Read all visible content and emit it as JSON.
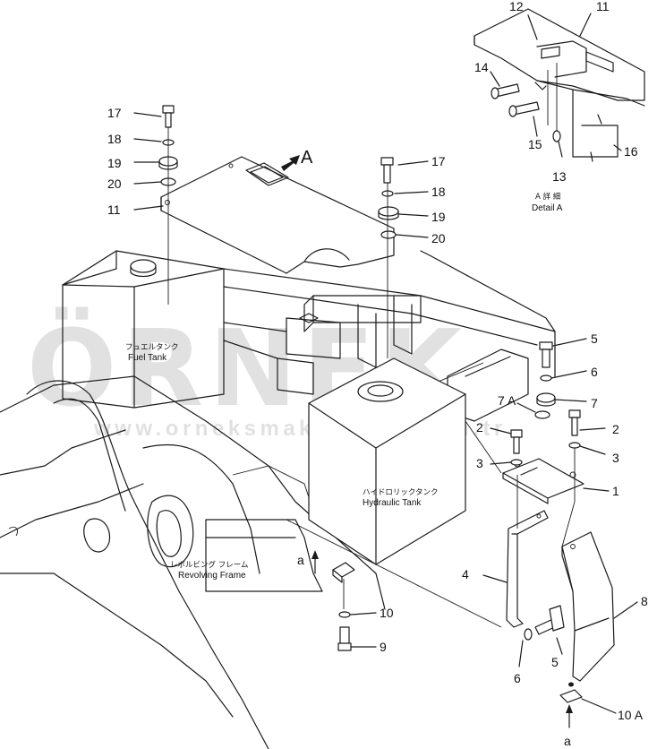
{
  "watermark": {
    "brand": "ÖRNEK",
    "url": "www.orneksmakinalari.com.tr",
    "color": "#c9c9c9"
  },
  "view_marker": "A",
  "detail": {
    "jp": "A 詳 細",
    "en": "Detail A"
  },
  "labels": {
    "fuel_tank_jp": "フュエルタンク",
    "fuel_tank_en": "Fuel  Tank",
    "hydraulic_tank_jp": "ハイドロリックタンク",
    "hydraulic_tank_en": "Hydraulic  Tank",
    "revolving_frame_jp": "レボルビング フレーム",
    "revolving_frame_en": "Revolving Frame"
  },
  "section_refs": {
    "left": "a",
    "bottom": "a"
  },
  "callouts": {
    "c1": "1",
    "c2_left": "2",
    "c2_right": "2",
    "c3_left": "3",
    "c3_right": "3",
    "c4": "4",
    "c5_top": "5",
    "c5_bottom": "5",
    "c6_top": "6",
    "c6_bottom": "6",
    "c7": "7",
    "c7A": "7 A",
    "c8": "8",
    "c9": "9",
    "c10": "10",
    "c10A": "10 A",
    "c11_detail": "11",
    "c11_main": "11",
    "c12": "12",
    "c13": "13",
    "c14": "14",
    "c15": "15",
    "c16": "16",
    "c17_left": "17",
    "c17_right": "17",
    "c18_left": "18",
    "c18_right": "18",
    "c19_left": "19",
    "c19_right": "19",
    "c20_left": "20",
    "c20_right": "20"
  }
}
